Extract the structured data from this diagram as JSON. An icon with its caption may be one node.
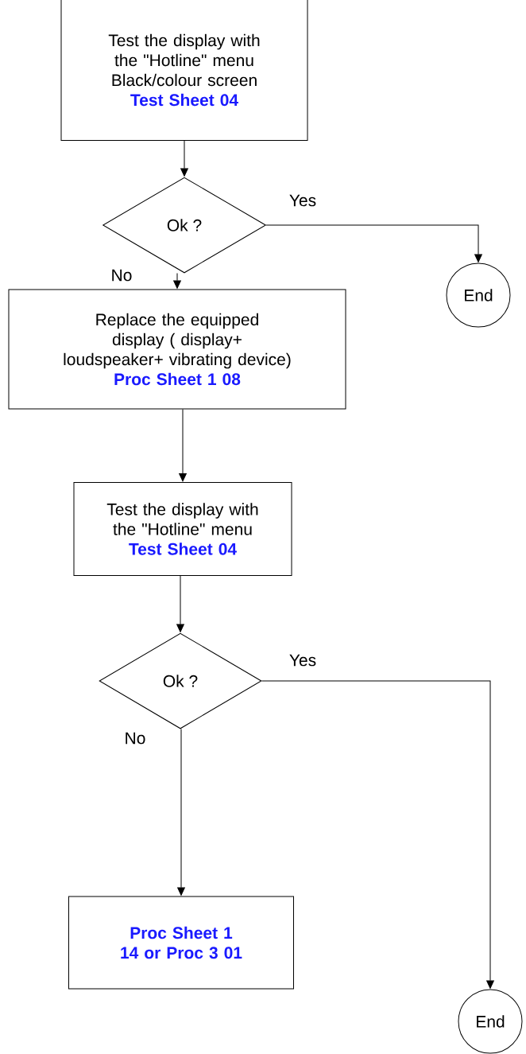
{
  "diagram": {
    "nodes": [
      {
        "text": [
          "Test the display with the \"Hotline\" menu Black/colour screen",
          "Test Sheet 04"
        ]
      },
      {
        "text": [
          "Ok ?"
        ]
      },
      {
        "text": [
          "End"
        ]
      },
      {
        "text": [
          "Replace the equipped display ( display+ loudspeaker+ vibrating device)",
          "Proc Sheet 1 08"
        ]
      },
      {
        "text": [
          "Test the display with the \"Hotline\" menu",
          "Test Sheet 04"
        ]
      },
      {
        "text": [
          "Ok ?"
        ]
      },
      {
        "text": [
          "Proc Sheet 1 14 or Proc 3 01"
        ]
      },
      {
        "text": [
          "End"
        ]
      }
    ],
    "edges": [
      {
        "from": 0,
        "to": 1,
        "arrow": "to"
      },
      {
        "from": 1,
        "to": 2,
        "arrow": "to",
        "label": "Yes"
      },
      {
        "from": 1,
        "to": 3,
        "arrow": "to",
        "label": "No"
      },
      {
        "from": 3,
        "to": 4,
        "arrow": "to"
      },
      {
        "from": 4,
        "to": 5,
        "arrow": "to"
      },
      {
        "from": 5,
        "to": 7,
        "arrow": "to",
        "label": "Yes"
      },
      {
        "from": 5,
        "to": 6,
        "arrow": "to",
        "label": "No"
      }
    ]
  }
}
